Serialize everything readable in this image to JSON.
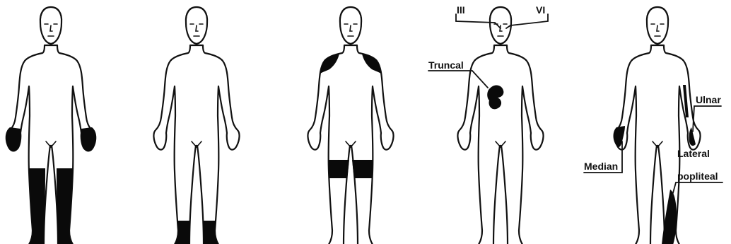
{
  "figures": [
    {
      "pattern": "glove-and-stocking",
      "labels": []
    },
    {
      "pattern": "stocking-feet",
      "labels": []
    },
    {
      "pattern": "proximal-shoulders-knees",
      "labels": []
    },
    {
      "pattern": "cranial-and-truncal",
      "labels": [
        "III",
        "VI",
        "Truncal"
      ]
    },
    {
      "pattern": "mononeuritis-multiplex",
      "labels": [
        "Ulnar",
        "Median",
        "Lateral",
        "popliteal"
      ]
    }
  ],
  "label_iii": "III",
  "label_vi": "VI",
  "label_truncal": "Truncal",
  "label_ulnar": "Ulnar",
  "label_median": "Median",
  "label_lateral": "Lateral",
  "label_popliteal": "popliteal",
  "colors": {
    "outline": "#111111",
    "shading": "#0a0a0a",
    "background": "#ffffff"
  }
}
